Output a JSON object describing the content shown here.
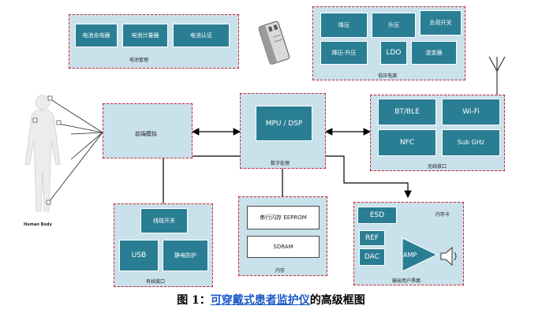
{
  "power_mgmt": {
    "caption": "电池管理",
    "items": [
      "电池充电器",
      "电池计量器",
      "电池认证"
    ]
  },
  "low_voltage": {
    "caption": "低压电源",
    "items": [
      "降压",
      "升压",
      "负荷开关",
      "降压-升压",
      "LDO",
      "逆变器"
    ]
  },
  "frontend": {
    "label": "前端模拟"
  },
  "processor": {
    "chip": "MPU / DSP",
    "caption": "数字处理"
  },
  "wireless": {
    "caption": "无线接口",
    "items": [
      "BT/BLE",
      "Wi-Fi",
      "NFC",
      "Sub GHz"
    ]
  },
  "body": {
    "caption": "Human Body"
  },
  "wired": {
    "caption": "有线接口",
    "items": [
      "线缆开关",
      "USB",
      "静电防护"
    ]
  },
  "memory": {
    "caption": "内存",
    "items": [
      "串行闪存 EEPROM",
      "SDRAM"
    ]
  },
  "output": {
    "caption": "输出用户界面",
    "esd": "ESD",
    "card": "内存卡",
    "ref": "REF",
    "dac": "DAC",
    "amp": "AMP"
  },
  "figure": {
    "prefix": "图 1：",
    "link": "可穿戴式患者监护仪",
    "suffix": "的高级框图"
  },
  "colors": {
    "panel": "#c9e1ea",
    "tile": "#2a7e93",
    "border": "#d0202e",
    "link": "#1a56c7"
  },
  "icons": [
    "battery-icon",
    "antenna-icon",
    "speaker-icon",
    "human-body-icon"
  ]
}
